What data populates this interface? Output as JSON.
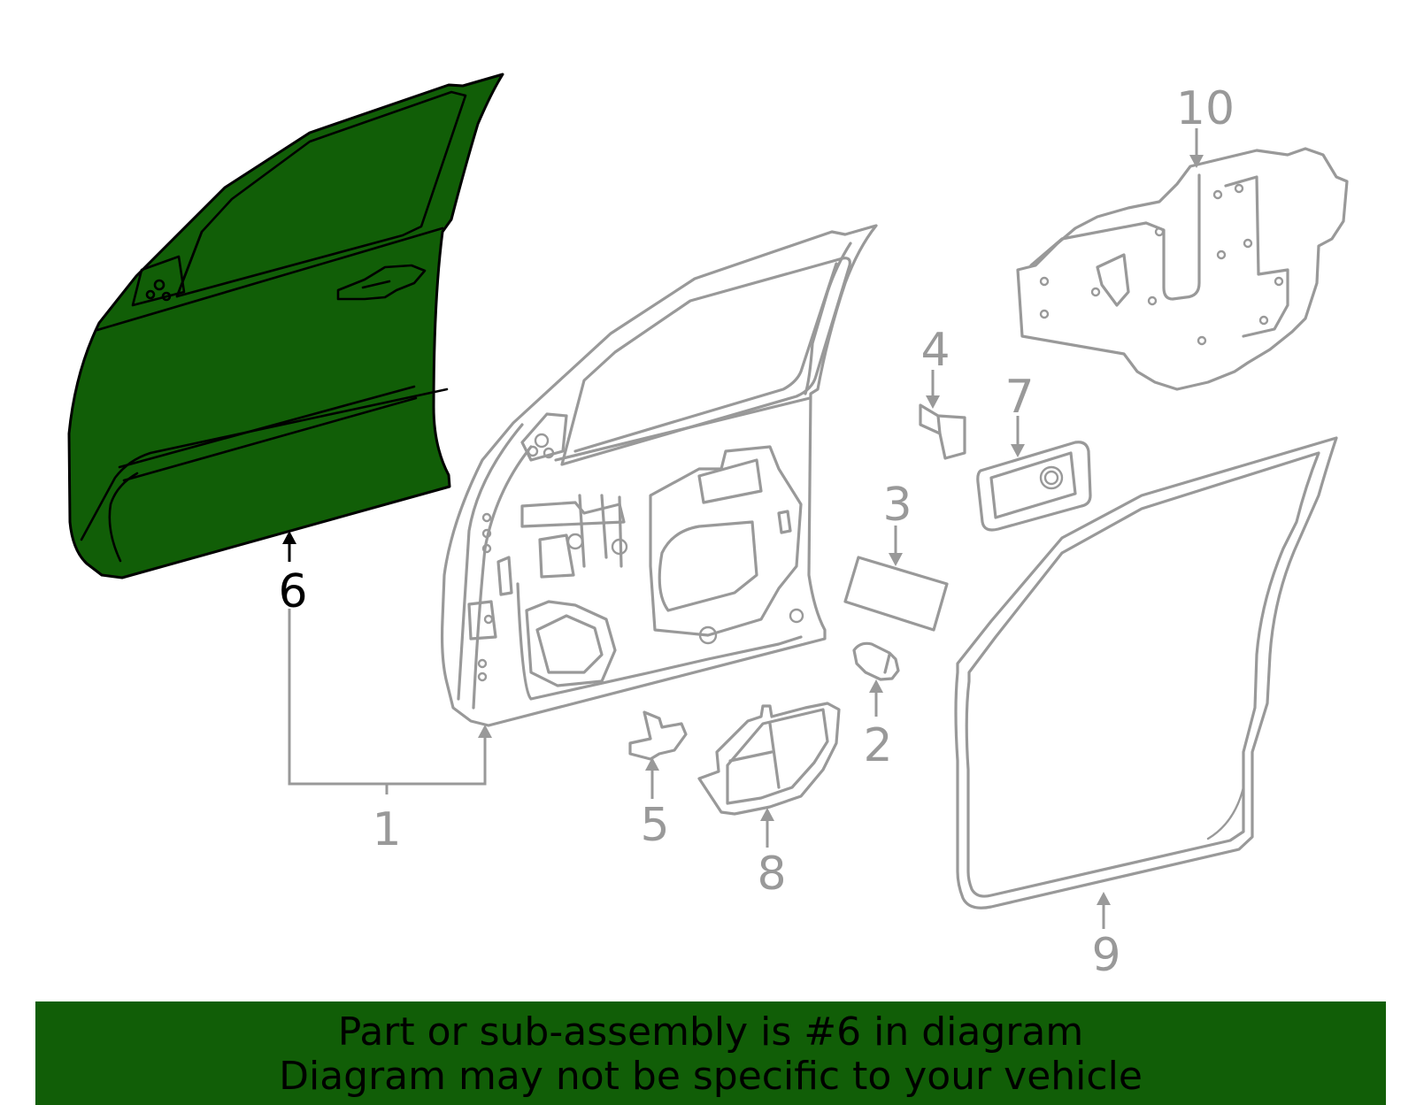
{
  "colors": {
    "highlight_fill": "#115e07",
    "banner_bg": "#115e07",
    "part_stroke": "#999999",
    "label_gray": "#999999",
    "label_highlight": "#000000"
  },
  "callouts": [
    {
      "id": "1",
      "label": "1"
    },
    {
      "id": "2",
      "label": "2"
    },
    {
      "id": "3",
      "label": "3"
    },
    {
      "id": "4",
      "label": "4"
    },
    {
      "id": "5",
      "label": "5"
    },
    {
      "id": "6",
      "label": "6",
      "highlighted": true
    },
    {
      "id": "7",
      "label": "7"
    },
    {
      "id": "8",
      "label": "8"
    },
    {
      "id": "9",
      "label": "9"
    },
    {
      "id": "10",
      "label": "10"
    }
  ],
  "banner": {
    "line1": "Part or sub-assembly is #6 in diagram",
    "line2": "Diagram may not be specific to your vehicle"
  }
}
